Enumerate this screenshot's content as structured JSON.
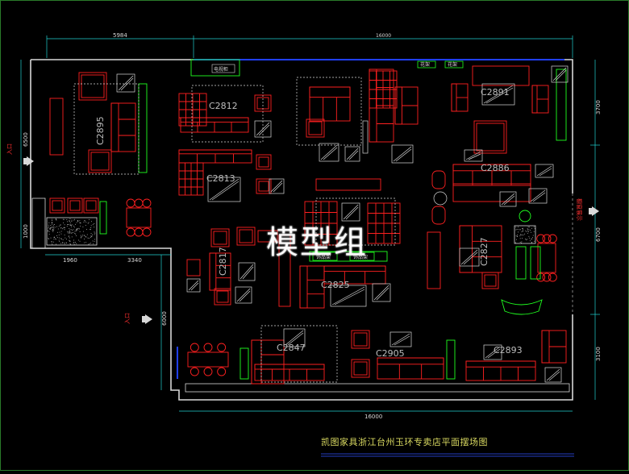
{
  "drawing": {
    "title": "凯图家具浙江台州玉环专卖店平面摆场图",
    "watermark": "模型组"
  },
  "dimensions": {
    "top_left": "5984",
    "top_right": "16000",
    "bottom": "16000",
    "left_lower": "6000",
    "left_upper": "6500",
    "left_step": "1000",
    "step_a": "1960",
    "step_b": "3340",
    "right_top": "3700",
    "right_mid": "6700",
    "right_bottom": "3100"
  },
  "entrances": {
    "upper": "入口",
    "lower": "入口"
  },
  "right_label": "橱窗展示",
  "models": [
    "C2895",
    "C2812",
    "C2813",
    "C2817",
    "C2891",
    "C2886",
    "C2827",
    "C2825",
    "C2847",
    "C2905",
    "C2893"
  ],
  "tags": {
    "tv_cabinet": "电视柜",
    "shelf_a": "饰品架",
    "shelf_b": "饰品架",
    "small_a": "花架",
    "small_b": "花架"
  },
  "colors": {
    "background": "#000000",
    "furniture": "#ff2020",
    "wall": "#d8d8d8",
    "dimension": "#20d0d0",
    "accent": "#20ff20",
    "window": "#2040ff",
    "label": "#d8d860"
  }
}
